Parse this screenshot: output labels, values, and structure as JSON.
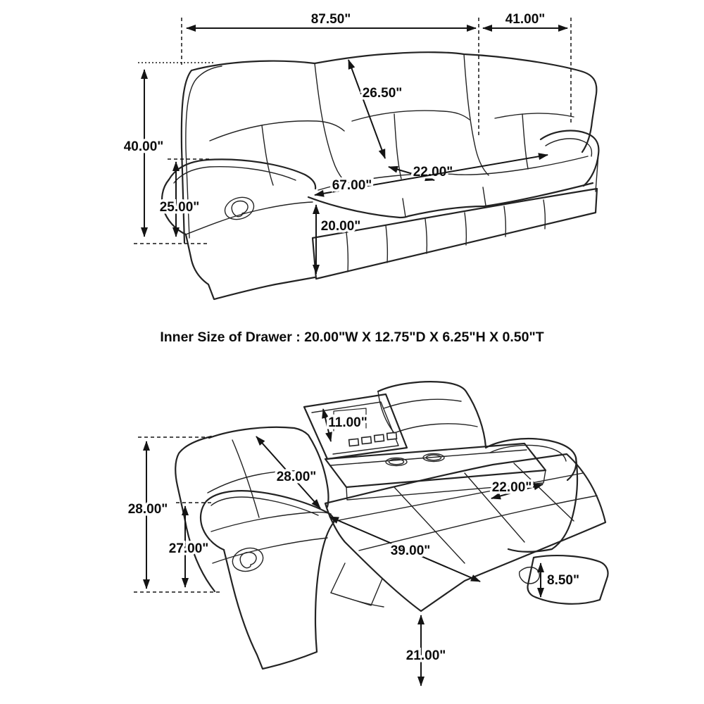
{
  "page": {
    "background_color": "#ffffff",
    "line_color": "#232323",
    "label_color": "#0c0c0c"
  },
  "caption": {
    "label": "Inner Size of Drawer : 20.00\"W X 12.75\"D X 6.25\"H X 0.50\"T"
  },
  "sofa_closed": {
    "view_name": "sofa-upright-view",
    "dims": {
      "overall_width": "87.50\"",
      "overall_depth": "41.00\"",
      "back_diagonal": "26.50\"",
      "overall_height": "40.00\"",
      "arm_height": "25.00\"",
      "inner_seat_width": "67.00\"",
      "seat_depth": "22.00\"",
      "seat_height": "20.00\""
    }
  },
  "sofa_reclined": {
    "view_name": "sofa-reclined-view",
    "dims": {
      "console_panel": "11.00\"",
      "back_cushion_diagonal": "28.00\"",
      "reclined_back_height": "28.00\"",
      "reclined_arm_height": "27.00\"",
      "seat_depth": "22.00\"",
      "recline_extension": "39.00\"",
      "footrest_thickness": "8.50\"",
      "footrest_clearance": "21.00\""
    }
  }
}
